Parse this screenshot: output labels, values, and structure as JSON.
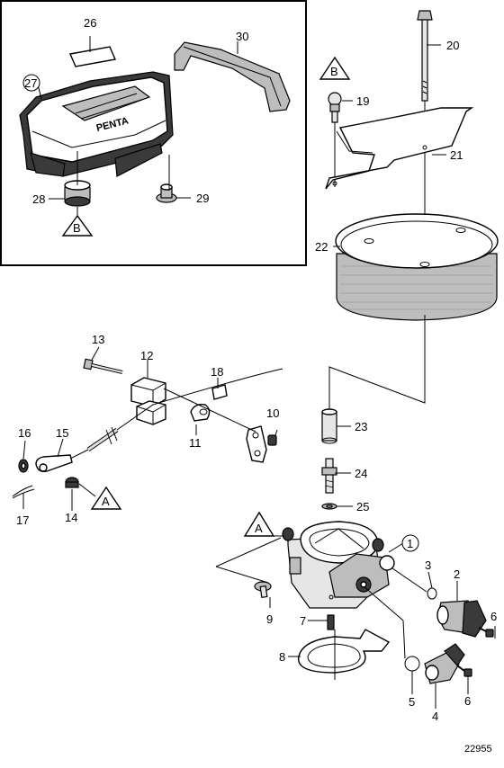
{
  "figure_number": "22955",
  "ref_marks": {
    "a": "A",
    "b": "B"
  },
  "cover_lettering": "PENTA",
  "callouts": {
    "c1": "1",
    "c2": "2",
    "c3": "3",
    "c4": "4",
    "c5": "5",
    "c6": "6",
    "c7": "7",
    "c8": "8",
    "c9": "9",
    "c10": "10",
    "c11": "11",
    "c12": "12",
    "c13": "13",
    "c14": "14",
    "c15": "15",
    "c16": "16",
    "c17": "17",
    "c18": "18",
    "c19": "19",
    "c20": "20",
    "c21": "21",
    "c22": "22",
    "c23": "23",
    "c24": "24",
    "c25": "25",
    "c26": "26",
    "c27": "27",
    "c28": "28",
    "c29": "29",
    "c30": "30"
  }
}
